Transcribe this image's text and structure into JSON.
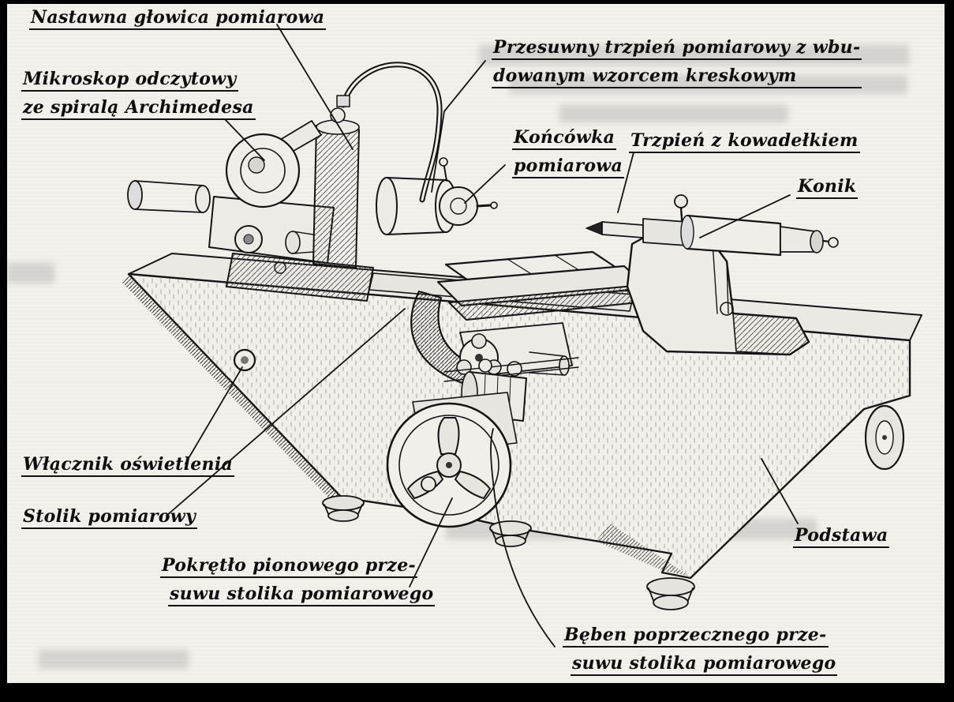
{
  "figure": {
    "description": "Scanned line drawing of a length-measuring instrument (longimeter) with Polish part labels",
    "colors": {
      "paper": "#f3f1ec",
      "ink": "#111111",
      "frame": "#000000"
    },
    "labels": {
      "measuring_head": {
        "lines": [
          "Nastawna głowica pomiarowa"
        ]
      },
      "microscope": {
        "lines": [
          "Mikroskop odczytowy",
          "ze spiralą Archimedesa"
        ]
      },
      "sliding_spindle": {
        "lines": [
          "Przesuwny trzpień pomiarowy z wbu-",
          "dowanym wzorcem kreskowym"
        ]
      },
      "measuring_tip": {
        "lines": [
          "Końcówka",
          "pomiarowa"
        ]
      },
      "anvil_spindle": {
        "lines": [
          "Trzpień z kowadełkiem"
        ]
      },
      "tailstock": {
        "lines": [
          "Konik"
        ]
      },
      "light_switch": {
        "lines": [
          "Włącznik oświetlenia"
        ]
      },
      "measuring_table": {
        "lines": [
          "Stolik pomiarowy"
        ]
      },
      "vertical_knob": {
        "lines": [
          "Pokrętło pionowego prze-",
          "suwu stolika pomiarowego"
        ]
      },
      "transverse_drum": {
        "lines": [
          "Bęben poprzecznego prze-",
          "suwu stolika pomiarowego"
        ]
      },
      "base": {
        "lines": [
          "Podstawa"
        ]
      }
    }
  }
}
